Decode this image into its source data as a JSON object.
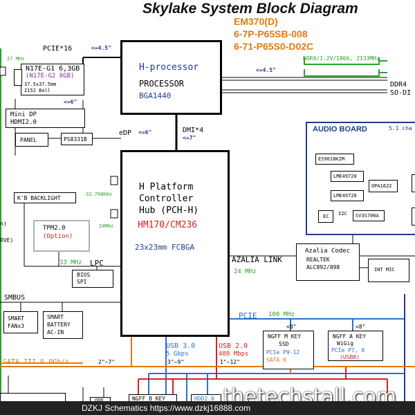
{
  "title": "Skylake System Block Diagram",
  "model": {
    "line1": "EM370(D)",
    "line2": "6-7P-P65SB-008",
    "line3": "6-71-P65S0-D02C"
  },
  "gpu": {
    "title": "N17E-G1 6,3GB",
    "alt": "(N17E-G2 8GB)",
    "pkg": "37.5x37.5mm",
    "balls": "2152 Ball",
    "clock": "27 MHz",
    "bus": "PCIE*16",
    "bus_len": "<=4.5\"",
    "dp_len": "<=6\""
  },
  "cpu": {
    "name": "H-processor",
    "label": "PROCESSOR",
    "pkg": "BGA1440"
  },
  "ddr": {
    "spec": "DDR4/1.2V/1866, 2133MHz",
    "len": "<=4.5\"",
    "slot_a": "DDR4",
    "slot_b": "SO-DI"
  },
  "mini_dp": {
    "line1": "Mini DP",
    "line2": "HDMI2.0"
  },
  "panel": "PANEL",
  "ps8331b": "PS8331B",
  "edp": {
    "label": "eDP",
    "len": "<=6\""
  },
  "dmi": {
    "label": "DMI*4",
    "len": "<=7\""
  },
  "pch": {
    "line1": "H Platform",
    "line2": "Controller",
    "line3": "Hub (PCH-H)",
    "model": "HM170/CM236",
    "pkg": "23x23mm FCBGA"
  },
  "clock_32k": "32.768KHz",
  "clock_24m": "24MHz",
  "kb_backlight": "K'B BACKLIGHT",
  "tpm": {
    "name": "TPM2.0",
    "opt": "(Option)"
  },
  "side_n": "n)",
  "side_rve": "RVE)",
  "lpc": {
    "speed": "33 MHz",
    "label": "LPC"
  },
  "bios": {
    "line1": "BIOS",
    "line2": "SPI"
  },
  "smbus": "SMBUS",
  "smart_fan": {
    "line1": "SMART",
    "line2": "FANx3"
  },
  "smart_battery": {
    "line1": "SMART",
    "line2": "BATTERY",
    "line3": "AC-IN"
  },
  "azalia": {
    "label": "AZALIA LINK",
    "speed": "24 MHz"
  },
  "codec": {
    "line1": "Azalia Codec",
    "line2": "REALTEK",
    "line3": "ALC892/898"
  },
  "int_mic": "INT MIC",
  "audio_board": {
    "title": "AUDIO BOARD",
    "ch": "5.1 cha",
    "dac": "ES9018K2M",
    "amp1": "LME49720",
    "amp2": "LME49720",
    "opa": "OPA1622",
    "ec": "EC",
    "i2c": "I2C",
    "sv": "SV3S700A"
  },
  "pcie_bus": {
    "label": "PCIE",
    "speed": "100 MHz"
  },
  "ssd": {
    "len": "<8\"",
    "line1": "NGFF M KEY",
    "line2": "SSD",
    "line3": "PCIe P9-12",
    "line4": "SATA 0"
  },
  "wigig": {
    "len": "<8\"",
    "line1": "NGFF A KEY",
    "line2": "WiGig",
    "line3": "PCIe P7, 8",
    "line4": "(USB8)"
  },
  "usb3": {
    "label": "USB 3.0",
    "speed": "5 Gbps",
    "len": "3\"~9\""
  },
  "usb2": {
    "label": "USB 2.0",
    "speed": "480 Mbps",
    "len": "1\"~12\""
  },
  "sata": {
    "label": "SATA III 6.0Gb/s",
    "len": "2\"~7\""
  },
  "bottom_labels": {
    "odd": "ODD",
    "ngff_b": "NGFF B KEY",
    "hdd": "HDD2.0"
  },
  "watermark": "thetechstall.com",
  "footer": "DZKJ Schematics https://www.dzkj16888.com"
}
